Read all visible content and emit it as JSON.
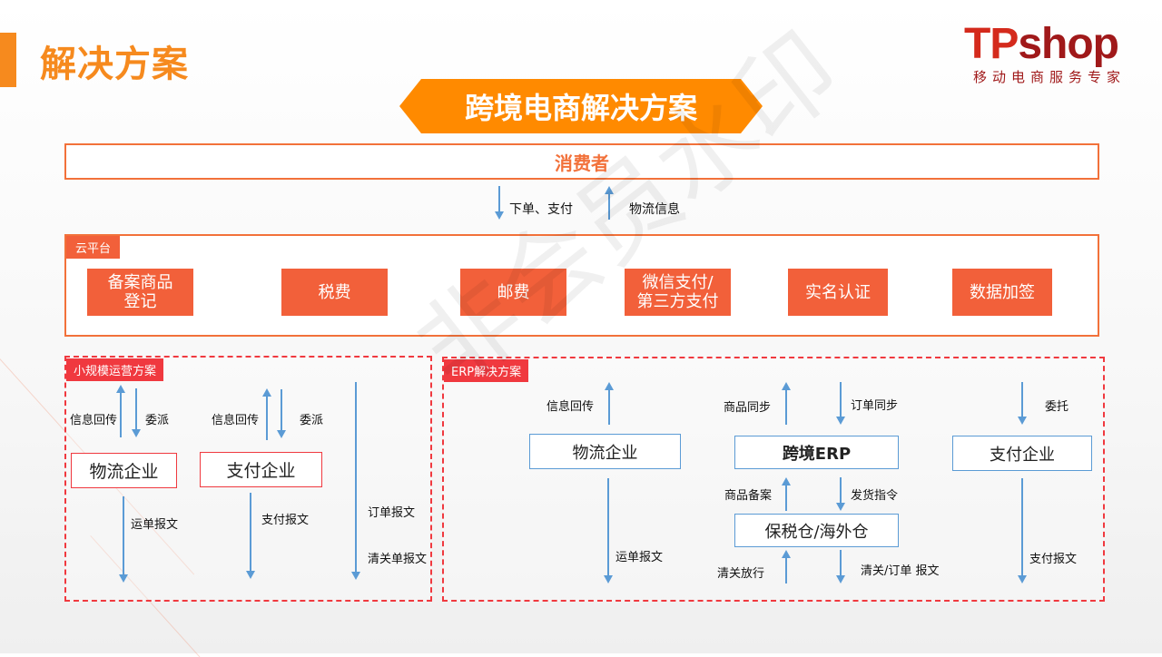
{
  "header": {
    "title": "解决方案",
    "logo_brand_tp": "TP",
    "logo_brand_shop": "shop",
    "logo_tagline": "移动电商服务专家"
  },
  "banner": "跨境电商解决方案",
  "consumer": "消费者",
  "flow": {
    "down": "下单、支付",
    "up": "物流信息"
  },
  "cloud": {
    "tag": "云平台",
    "services": [
      "备案商品\n登记",
      "税费",
      "邮费",
      "微信支付/\n第三方支付",
      "实名认证",
      "数据加签"
    ]
  },
  "small": {
    "tag": "小规模运营方案",
    "info_back": "信息回传",
    "assign": "委派",
    "logistics": "物流企业",
    "payment": "支付企业",
    "waybill": "运单报文",
    "pay_msg": "支付报文",
    "order_msg": "订单报文",
    "customs_msg": "清关单报文"
  },
  "erp": {
    "tag": "ERP解决方案",
    "info_back": "信息回传",
    "logistics": "物流企业",
    "waybill": "运单报文",
    "goods_sync": "商品同步",
    "order_sync": "订单同步",
    "erp": "跨境ERP",
    "goods_record": "商品备案",
    "ship_cmd": "发货指令",
    "warehouse": "保税仓/海外仓",
    "release": "清关放行",
    "customs_order": "清关/订单 报文",
    "entrust": "委托",
    "payment": "支付企业",
    "pay_msg": "支付报文"
  },
  "watermark": "非会员水印"
}
